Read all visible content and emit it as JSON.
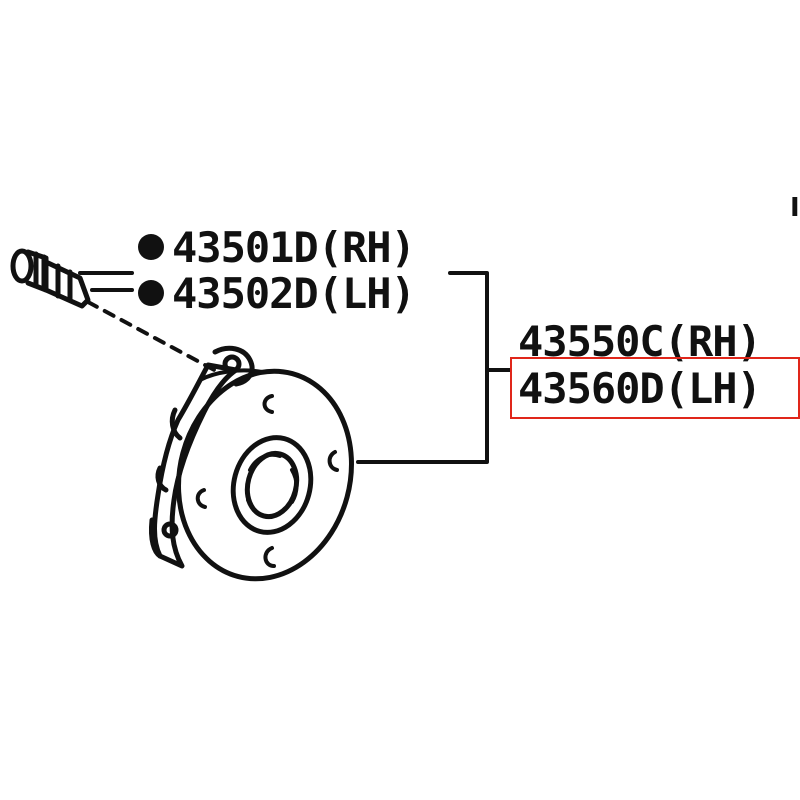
{
  "parts": {
    "hub_bolt_rh": "43501D(RH)",
    "hub_bolt_lh": "43502D(LH)",
    "hub_bearing_rh": "43550C(RH)",
    "hub_bearing_lh": "43560D(LH)"
  },
  "edge_fragment": "I",
  "highlight_color": "#e0261a"
}
